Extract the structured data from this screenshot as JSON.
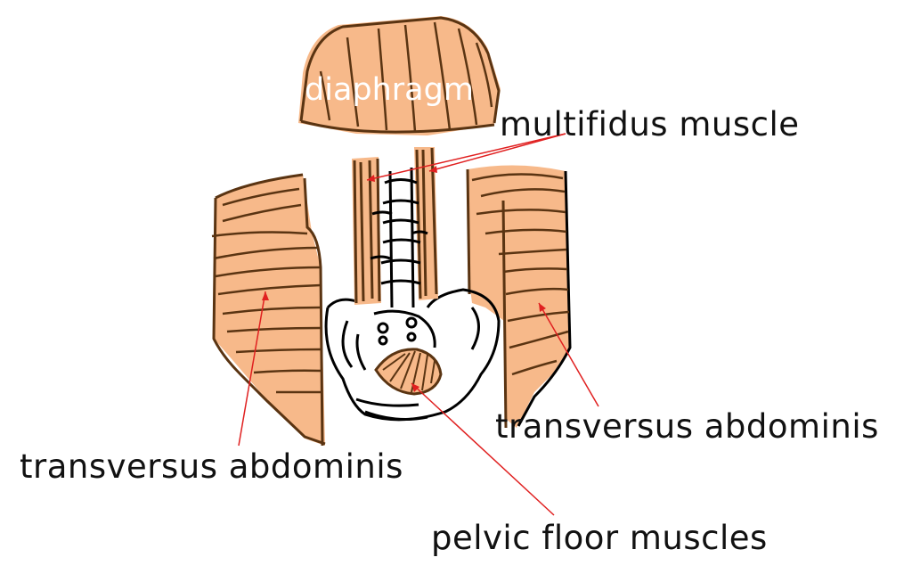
{
  "colors": {
    "muscle": "#f7b98a",
    "outline": "#5a3412",
    "bone_outline": "#000000",
    "leader": "#e02020",
    "diaphragm_text": "#ffffff"
  },
  "labels": {
    "diaphragm": "diaphragm",
    "multifidus": "multifidus muscle",
    "transversus_right": "transversus abdominis",
    "transversus_left": "transversus abdominis",
    "pelvic_floor": "pelvic floor muscles"
  }
}
